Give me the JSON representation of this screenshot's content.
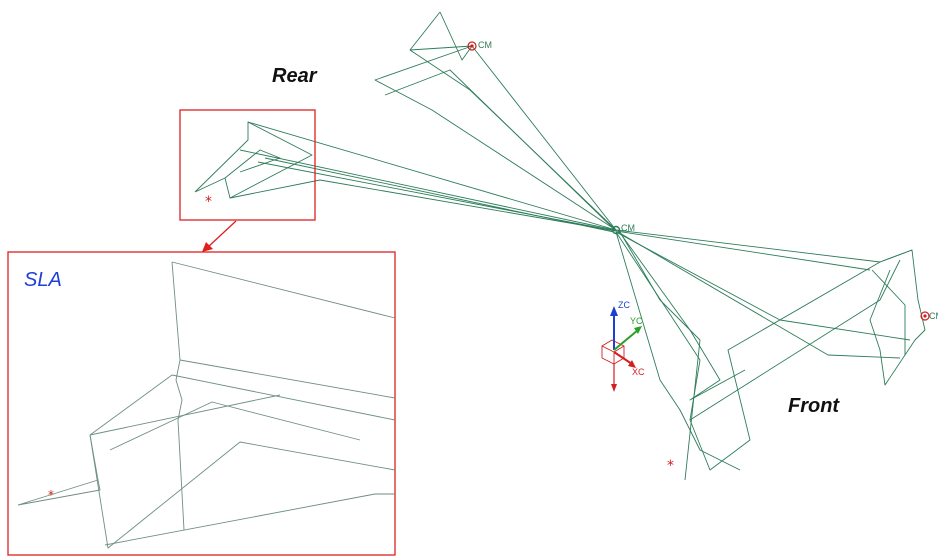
{
  "labels": {
    "rear": "Rear",
    "front": "Front",
    "sla": "SLA",
    "cm": "CM",
    "axis_z": "ZC",
    "axis_y": "YC",
    "axis_x": "XC"
  },
  "colors": {
    "wire": "#2e7d5b",
    "inset_wire": "#6f8f7f",
    "inset_border": "#e02020",
    "sla_text": "#1f3fd6",
    "marker": "#d02020",
    "axis_z": "#1e3fd0",
    "axis_y": "#2aa02a",
    "axis_x": "#d02020"
  },
  "icons": {
    "cm_marker": "cm-marker-icon",
    "star_marker": "star-marker-icon",
    "csys": "coordinate-system-icon"
  }
}
